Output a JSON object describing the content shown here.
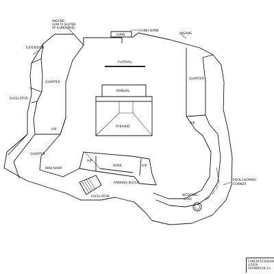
{
  "labels": {
    "ingang_top": "INGANG",
    "ingang_top_note_1": "(AAN TE SLUITEN",
    "ingang_top_note_2": "OP KLINKERPAD)",
    "curb": "CURB",
    "china_bank": "CHINA BANK",
    "ingang_right": "INGANG",
    "extention": "EXTENTION",
    "flatrail": "FLATRAIL",
    "quarter_left": "QUARTER",
    "quarter_right": "QUARTER",
    "manual": "MANUAL",
    "escelator_left": "ESCELATOR",
    "pyramid": "PYRAMID",
    "hip_left": "HIP",
    "hip_right": "HIP",
    "quarter_lower": "QUARTER",
    "hip_mid_left": "HIP",
    "bank": "BANK",
    "hip_mid_right": "HIP",
    "mini_ramp": "MINI RAMP",
    "parking_block": "PARKING BLOCK",
    "poolcooping_1": "POOLCOOPING",
    "poolcooping_2": "CORNER",
    "wedding_1": "WEDDING",
    "wedding_2": "CAKE",
    "escelator_bottom": "ESCELATOR"
  },
  "title_block": {
    "line1": "CONCRETE DREAM",
    "line2": "©2019",
    "line3": "GRONDPLAN 1/1"
  }
}
